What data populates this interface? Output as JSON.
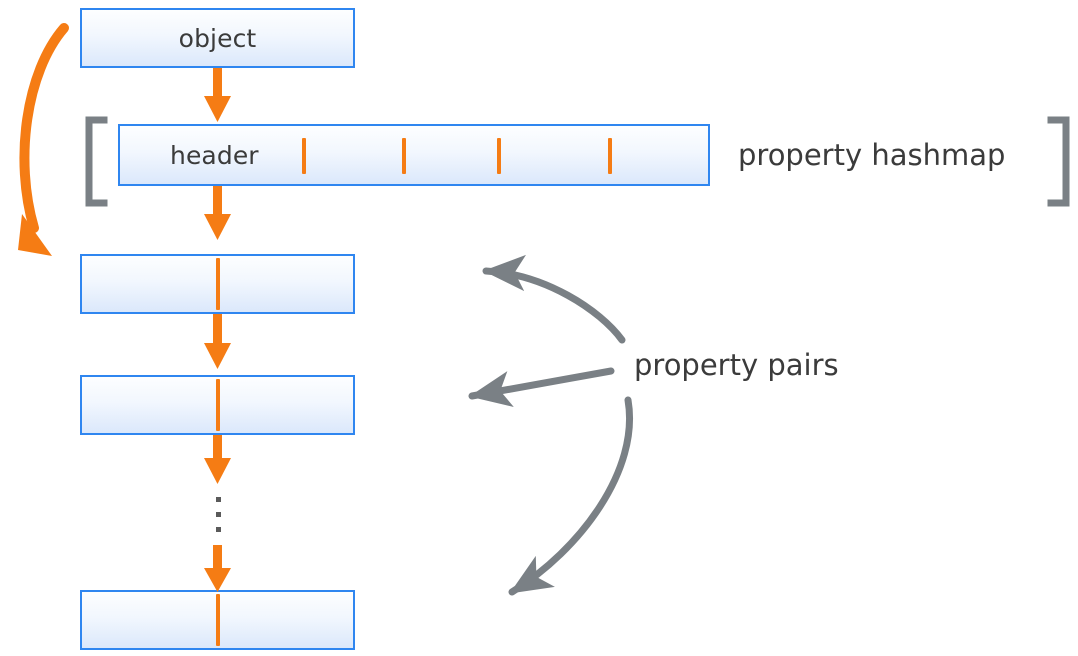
{
  "diagram": {
    "title_boxes": {
      "object_label": "object",
      "header_label": "header"
    },
    "annotations": {
      "hashmap_label": "property hashmap",
      "pairs_label": "property pairs"
    },
    "colors": {
      "box_border": "#2f86f0",
      "box_fill_top": "#fdfeff",
      "box_fill_bottom": "#dbe8fb",
      "orange": "#f57c14",
      "gray": "#7a8085",
      "text": "#3b3b3b"
    },
    "hashmap": {
      "tick_count": 4,
      "ticks": [
        304,
        404,
        504,
        610
      ]
    },
    "pairs": {
      "count": 3,
      "ellipsis_dots": 3
    },
    "icons": {
      "down_arrow": "thick-down-arrow",
      "curved_arrow": "curved-orange-arrow",
      "pointer_arrow": "gray-pointer-arrow",
      "bracket_left": "[",
      "bracket_right": "]"
    }
  }
}
